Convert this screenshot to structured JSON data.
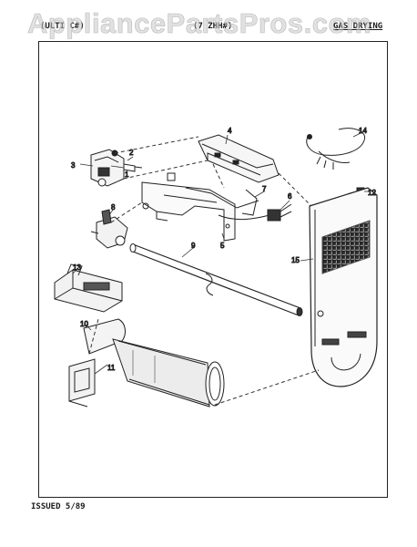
{
  "watermark": "AppliancePartsPros.com",
  "header": {
    "left": "(ULTI C#)",
    "middle": "(7 ZHH#)",
    "right": "GAS DRYING"
  },
  "footer": {
    "issued": "ISSUED 5/89"
  },
  "callouts": [
    "1",
    "2",
    "3",
    "4",
    "5",
    "6",
    "7",
    "8",
    "9",
    "10",
    "11",
    "12",
    "13",
    "14",
    "15"
  ]
}
